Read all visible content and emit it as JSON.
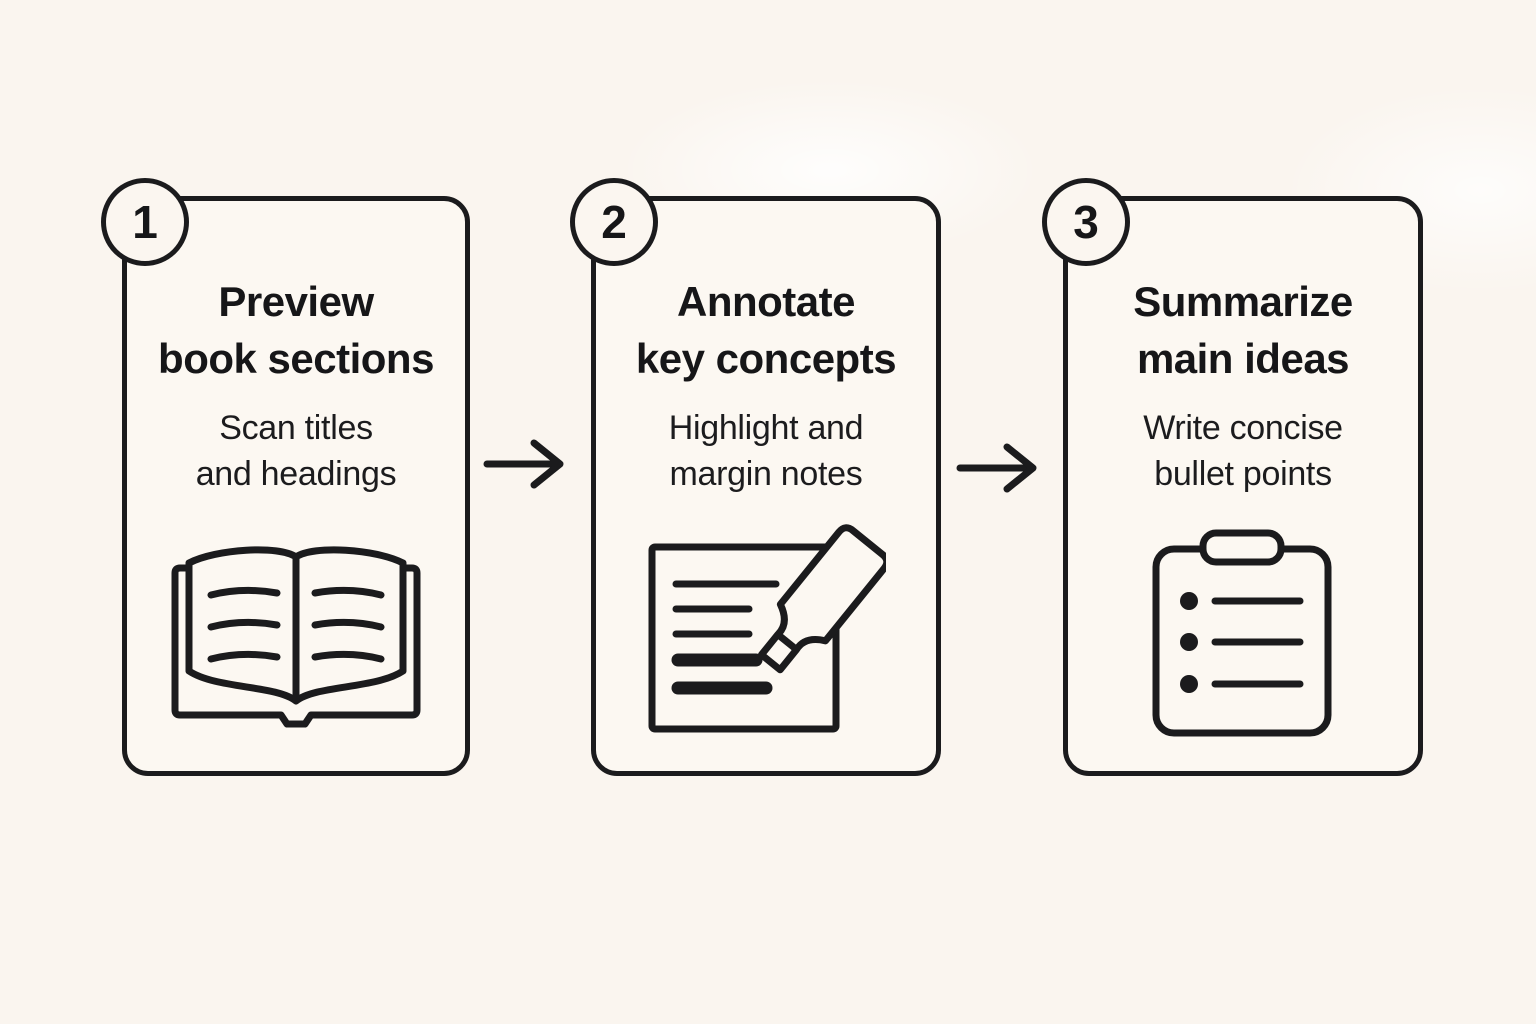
{
  "diagram": {
    "type": "three-step-process",
    "topic": "Reading / study workflow"
  },
  "colors": {
    "background": "#faf5ef",
    "card_background": "#fcf8f2",
    "ink": "#1b1b1d",
    "text": "#161618"
  },
  "steps": [
    {
      "number": "1",
      "title": [
        "Preview",
        "book sections"
      ],
      "description": [
        "Scan titles",
        "and headings"
      ],
      "icon": "open-book-icon"
    },
    {
      "number": "2",
      "title": [
        "Annotate",
        "key concepts"
      ],
      "description": [
        "Highlight and",
        "margin notes"
      ],
      "icon": "highlighter-document-icon"
    },
    {
      "number": "3",
      "title": [
        "Summarize",
        "main ideas"
      ],
      "description": [
        "Write concise",
        "bullet points"
      ],
      "icon": "clipboard-checklist-icon"
    }
  ],
  "connectors": [
    {
      "icon": "right-arrow-icon"
    },
    {
      "icon": "right-arrow-icon"
    }
  ]
}
